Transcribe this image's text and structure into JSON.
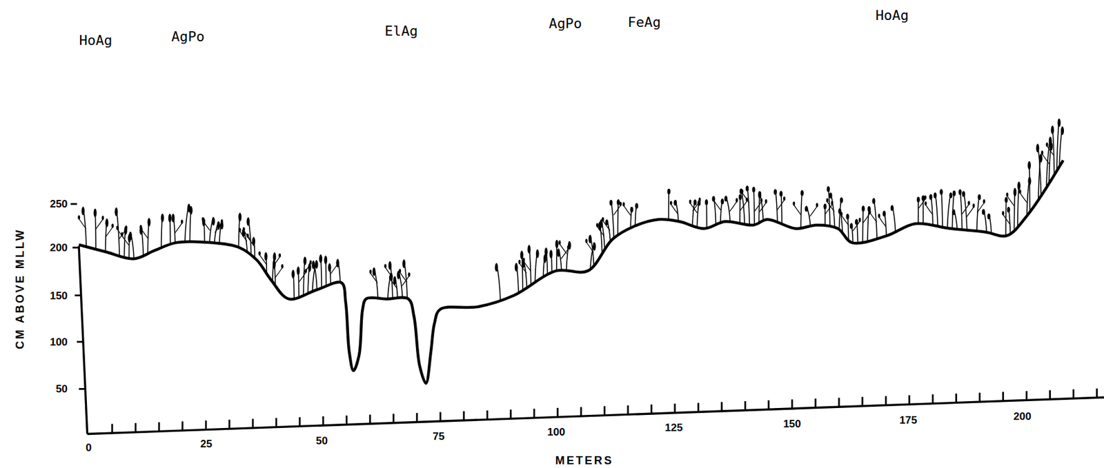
{
  "diagram": {
    "labels": [
      "HoAg",
      "AgPo",
      "ElAg",
      "AgPo",
      "FeAg",
      "HoAg",
      "250",
      "200",
      "150",
      "100",
      "50",
      "CM ABOVE MLLW",
      "0",
      "25",
      "50",
      "75",
      "100",
      "125",
      "150",
      "175",
      "200",
      "METERS"
    ]
  }
}
